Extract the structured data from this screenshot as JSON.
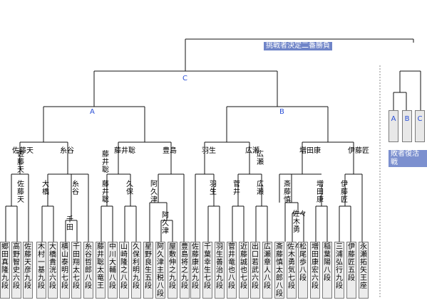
{
  "title": "挑戦者決定二番勝負",
  "side_title": "敗者復活戦",
  "block_labels": {
    "a": "A",
    "b": "B",
    "c": "C"
  },
  "side_blocks": [
    "A",
    "B",
    "C"
  ],
  "players": [
    "郷田真隆九段",
    "高野智史六段",
    "佐藤天彦九段",
    "木村一基九段",
    "大橋貴洸六段",
    "横山泰明七段",
    "千田翔太七段",
    "糸谷哲郎八段",
    "藤井聡太竜王",
    "中川大輔八段",
    "山崎隆之八段",
    "久保利明九段",
    "星野良生五段",
    "阿久津主税八段",
    "屋敷伸之九段",
    "豊島将之九段",
    "佐藤康光九段",
    "千葉幸生七段",
    "羽生善治九段",
    "菅井竜也八段",
    "近藤誠也七段",
    "出口若武六段",
    "広瀬章人八段",
    "斎藤慎太郎八段",
    "佐々木勇気七段",
    "松尾歩八段",
    "増田康宏六段",
    "稲葉陽八段",
    "三浦弘行九段",
    "伊藤匠五段",
    "永瀬拓矢王座"
  ],
  "winners": {
    "r1": [
      "佐藤天",
      "大橋",
      "千田",
      "藤井聡",
      "久保",
      "阿久津",
      "羽生",
      "菅井",
      "広瀬",
      "佐々木勇",
      "増田康",
      "伊藤匠"
    ],
    "r2": [
      "佐藤天",
      "糸谷",
      "藤井聡",
      "阿久津",
      "広瀬",
      "斎藤慎"
    ],
    "r3": [
      "佐藤天",
      "糸谷",
      "藤井聡",
      "豊島",
      "羽生",
      "広瀬",
      "増田康",
      "伊藤匠"
    ]
  }
}
